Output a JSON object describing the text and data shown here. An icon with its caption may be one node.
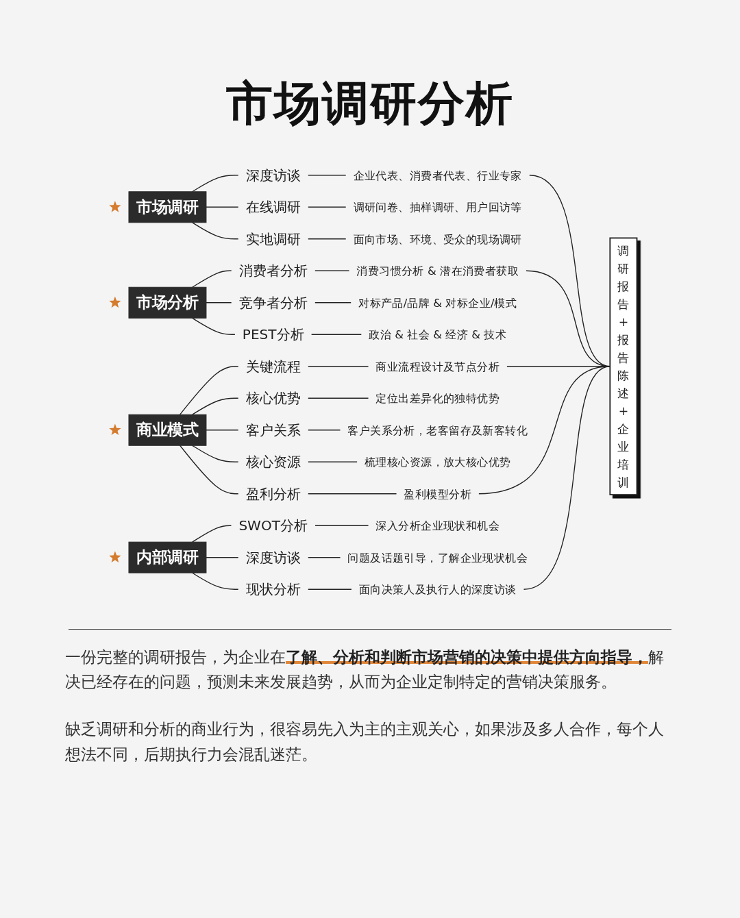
{
  "diagram": {
    "title": "市场调研分析",
    "nodes": [
      {
        "text": [
          "市场调研"
        ]
      },
      {
        "text": [
          "深度访谈"
        ]
      },
      {
        "text": [
          "企业代表、消费者代表、行业专家"
        ]
      },
      {
        "text": [
          "在线调研"
        ]
      },
      {
        "text": [
          "调研问卷、抽样调研、用户回访等"
        ]
      },
      {
        "text": [
          "实地调研"
        ]
      },
      {
        "text": [
          "面向市场、环境、受众的现场调研"
        ]
      },
      {
        "text": [
          "市场分析"
        ]
      },
      {
        "text": [
          "消费者分析"
        ]
      },
      {
        "text": [
          "消费习惯分析 & 潜在消费者获取"
        ]
      },
      {
        "text": [
          "竞争者分析"
        ]
      },
      {
        "text": [
          "对标产品/品牌 & 对标企业/模式"
        ]
      },
      {
        "text": [
          "PEST分析"
        ]
      },
      {
        "text": [
          "政治 & 社会 & 经济 & 技术"
        ]
      },
      {
        "text": [
          "商业模式"
        ]
      },
      {
        "text": [
          "关键流程"
        ]
      },
      {
        "text": [
          "商业流程设计及节点分析"
        ]
      },
      {
        "text": [
          "核心优势"
        ]
      },
      {
        "text": [
          "定位出差异化的独特优势"
        ]
      },
      {
        "text": [
          "客户关系"
        ]
      },
      {
        "text": [
          "客户关系分析，老客留存及新客转化"
        ]
      },
      {
        "text": [
          "核心资源"
        ]
      },
      {
        "text": [
          "梳理核心资源，放大核心优势"
        ]
      },
      {
        "text": [
          "盈利分析"
        ]
      },
      {
        "text": [
          "盈利模型分析"
        ]
      },
      {
        "text": [
          "内部调研"
        ]
      },
      {
        "text": [
          "SWOT分析"
        ]
      },
      {
        "text": [
          "深入分析企业现状和机会"
        ]
      },
      {
        "text": [
          "深度访谈"
        ]
      },
      {
        "text": [
          "问题及话题引导，了解企业现状机会"
        ]
      },
      {
        "text": [
          "现状分析"
        ]
      },
      {
        "text": [
          "面向决策人及执行人的深度访谈"
        ]
      },
      {
        "text": [
          "调研报告+报告陈述+企业培训"
        ]
      }
    ],
    "edges": [
      {
        "from": 0,
        "to": 1,
        "arrow": "none"
      },
      {
        "from": 1,
        "to": 2,
        "arrow": "none"
      },
      {
        "from": 0,
        "to": 3,
        "arrow": "none"
      },
      {
        "from": 3,
        "to": 4,
        "arrow": "none"
      },
      {
        "from": 0,
        "to": 5,
        "arrow": "none"
      },
      {
        "from": 5,
        "to": 6,
        "arrow": "none"
      },
      {
        "from": 7,
        "to": 8,
        "arrow": "none"
      },
      {
        "from": 8,
        "to": 9,
        "arrow": "none"
      },
      {
        "from": 7,
        "to": 10,
        "arrow": "none"
      },
      {
        "from": 10,
        "to": 11,
        "arrow": "none"
      },
      {
        "from": 7,
        "to": 12,
        "arrow": "none"
      },
      {
        "from": 12,
        "to": 13,
        "arrow": "none"
      },
      {
        "from": 14,
        "to": 15,
        "arrow": "none"
      },
      {
        "from": 15,
        "to": 16,
        "arrow": "none"
      },
      {
        "from": 14,
        "to": 17,
        "arrow": "none"
      },
      {
        "from": 17,
        "to": 18,
        "arrow": "none"
      },
      {
        "from": 14,
        "to": 19,
        "arrow": "none"
      },
      {
        "from": 19,
        "to": 20,
        "arrow": "none"
      },
      {
        "from": 14,
        "to": 21,
        "arrow": "none"
      },
      {
        "from": 21,
        "to": 22,
        "arrow": "none"
      },
      {
        "from": 14,
        "to": 23,
        "arrow": "none"
      },
      {
        "from": 23,
        "to": 24,
        "arrow": "none"
      },
      {
        "from": 25,
        "to": 26,
        "arrow": "none"
      },
      {
        "from": 26,
        "to": 27,
        "arrow": "none"
      },
      {
        "from": 25,
        "to": 28,
        "arrow": "none"
      },
      {
        "from": 28,
        "to": 29,
        "arrow": "none"
      },
      {
        "from": 25,
        "to": 30,
        "arrow": "none"
      },
      {
        "from": 30,
        "to": 31,
        "arrow": "none"
      },
      {
        "from": 2,
        "to": 32,
        "arrow": "none"
      },
      {
        "from": 9,
        "to": 32,
        "arrow": "none"
      },
      {
        "from": 16,
        "to": 32,
        "arrow": "none"
      },
      {
        "from": 24,
        "to": 32,
        "arrow": "none"
      },
      {
        "from": 31,
        "to": 32,
        "arrow": "none"
      }
    ],
    "labels": [
      "一份完整的调研报告，为企业在**了解、分析和判断市场营销的决策中提供方向指导，**解决已经存在的问题，预测未来发展趋势，从而为企业定制特定的营销决策服务。",
      "缺乏调研和分析的商业行为，很容易先入为主的主观关心，如果涉及多人合作，每个人想法不同，后期执行力会混乱迷茫。"
    ]
  }
}
